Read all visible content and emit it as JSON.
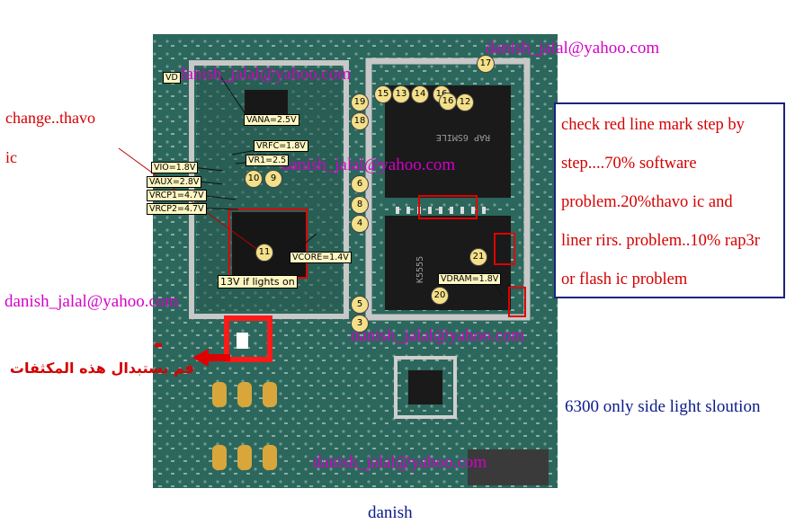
{
  "watermarks": [
    "danish_jalal@yahoo.com",
    "danish_jalal@yahoo.com",
    "danish_jalal@yahoo.com",
    "danish_jalal@yahoo.com",
    "danish_jalal@yahoo.com",
    "danish_jalal@yahoo.com"
  ],
  "left_notes": {
    "line1": "change..thavo",
    "line2": "ic"
  },
  "voltage_labels": {
    "vana": "VANA=2.5V",
    "vrfc": "VRFC=1.8V",
    "vr1": "VR1=2.5",
    "vio": "VIO=1.8V",
    "vaux": "VAUX=2.8V",
    "vrcp1": "VRCP1=4.7V",
    "vrcp2": "VRCP2=4.7V",
    "vcore": "VCORE=1.4V",
    "lights": "13V if lights on",
    "vdram": "VDRAM=1.8V",
    "vd": "VD"
  },
  "test_points": [
    "19",
    "15",
    "13",
    "14",
    "16",
    "16",
    "12",
    "17",
    "18",
    "10",
    "9",
    "6",
    "8",
    "4",
    "11",
    "21",
    "20",
    "5",
    "3"
  ],
  "info_box": {
    "lines": [
      "check red line mark step by",
      "step....70% software",
      "problem.20%thavo ic and",
      "liner rirs. problem..10% rap3r",
      "or flash ic problem"
    ]
  },
  "arabic_note": "قم بستبدال هذه المكثفات",
  "caption": "6300 only side light slout​ion",
  "author": "danish",
  "colors": {
    "watermark": "#d400c8",
    "note_red": "#d40000",
    "box_border": "#1a237e",
    "board_green": "#2f6f63"
  }
}
